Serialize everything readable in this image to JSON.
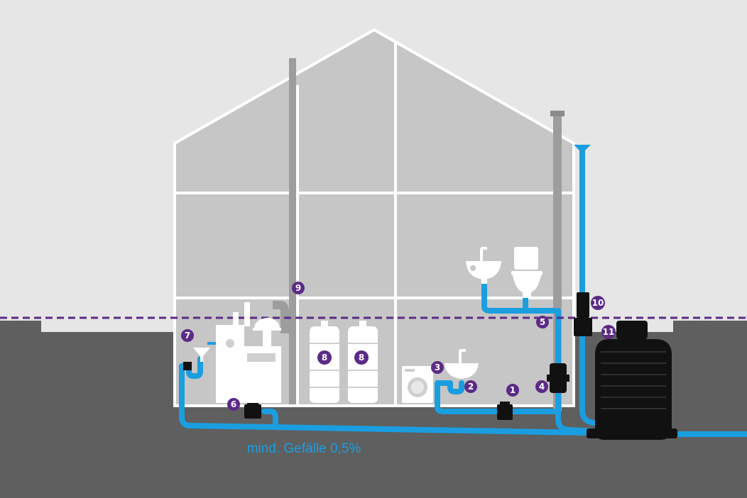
{
  "colors": {
    "sky": "#e6e6e6",
    "ground": "#5f5f5f",
    "house_fill": "#c6c6c6",
    "house_frame": "#ffffff",
    "pipe_blue": "#1a9ee0",
    "pipe_grey": "#9d9d9d",
    "equipment_black": "#111111",
    "badge_purple": "#5b2a86",
    "backflow_line": "#5b2a86"
  },
  "badges": [
    {
      "id": "1",
      "label": "1"
    },
    {
      "id": "2",
      "label": "2"
    },
    {
      "id": "3",
      "label": "3"
    },
    {
      "id": "4",
      "label": "4"
    },
    {
      "id": "5",
      "label": "5"
    },
    {
      "id": "6",
      "label": "6"
    },
    {
      "id": "7",
      "label": "7"
    },
    {
      "id": "8a",
      "label": "8"
    },
    {
      "id": "8b",
      "label": "8"
    },
    {
      "id": "9",
      "label": "9"
    },
    {
      "id": "10",
      "label": "10"
    },
    {
      "id": "11",
      "label": "11"
    }
  ],
  "annotations": {
    "slope": "mind. Gefälle 0,5%"
  },
  "icons": [
    "sink-icon",
    "toilet-icon",
    "washing-machine-icon",
    "boiler-icon",
    "oil-tank-icon",
    "floor-drain-icon",
    "backflow-valve-icon",
    "lifting-station-icon"
  ]
}
